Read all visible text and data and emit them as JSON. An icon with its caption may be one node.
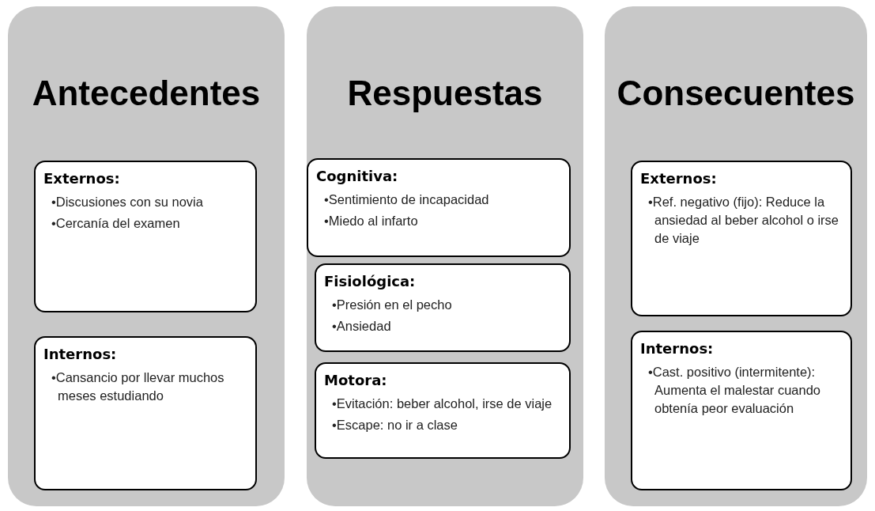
{
  "diagram": {
    "nodes": [
      {
        "text": [
          "Antecedentes"
        ]
      },
      {
        "text": [
          "Externos:",
          "•Discusiones con su novia",
          "•Cercanía del examen"
        ],
        "in": 0
      },
      {
        "text": [
          "Internos:",
          "•Cansancio por llevar muchos meses estudiando"
        ],
        "in": 0
      },
      {
        "text": [
          "Respuestas"
        ]
      },
      {
        "text": [
          "Cognitiva:",
          "•Sentimiento de incapacidad",
          "•Miedo al infarto"
        ],
        "in": 3
      },
      {
        "text": [
          "Fisiológica:",
          "•Presión en el pecho",
          "•Ansiedad"
        ],
        "in": 3
      },
      {
        "text": [
          "Motora:",
          "•Evitación: beber alcohol, irse de viaje",
          "•Escape: no ir a clase"
        ],
        "in": 3
      },
      {
        "text": [
          "Consecuentes"
        ]
      },
      {
        "text": [
          "Externos:",
          "•Ref. negativo (fijo): Reduce la ansiedad al beber alcohol o irse de viaje"
        ],
        "in": 7
      },
      {
        "text": [
          "Internos:",
          "•Cast. positivo (intermitente): Aumenta el malestar cuando obtenía peor evaluación"
        ],
        "in": 7
      }
    ],
    "edges": []
  }
}
